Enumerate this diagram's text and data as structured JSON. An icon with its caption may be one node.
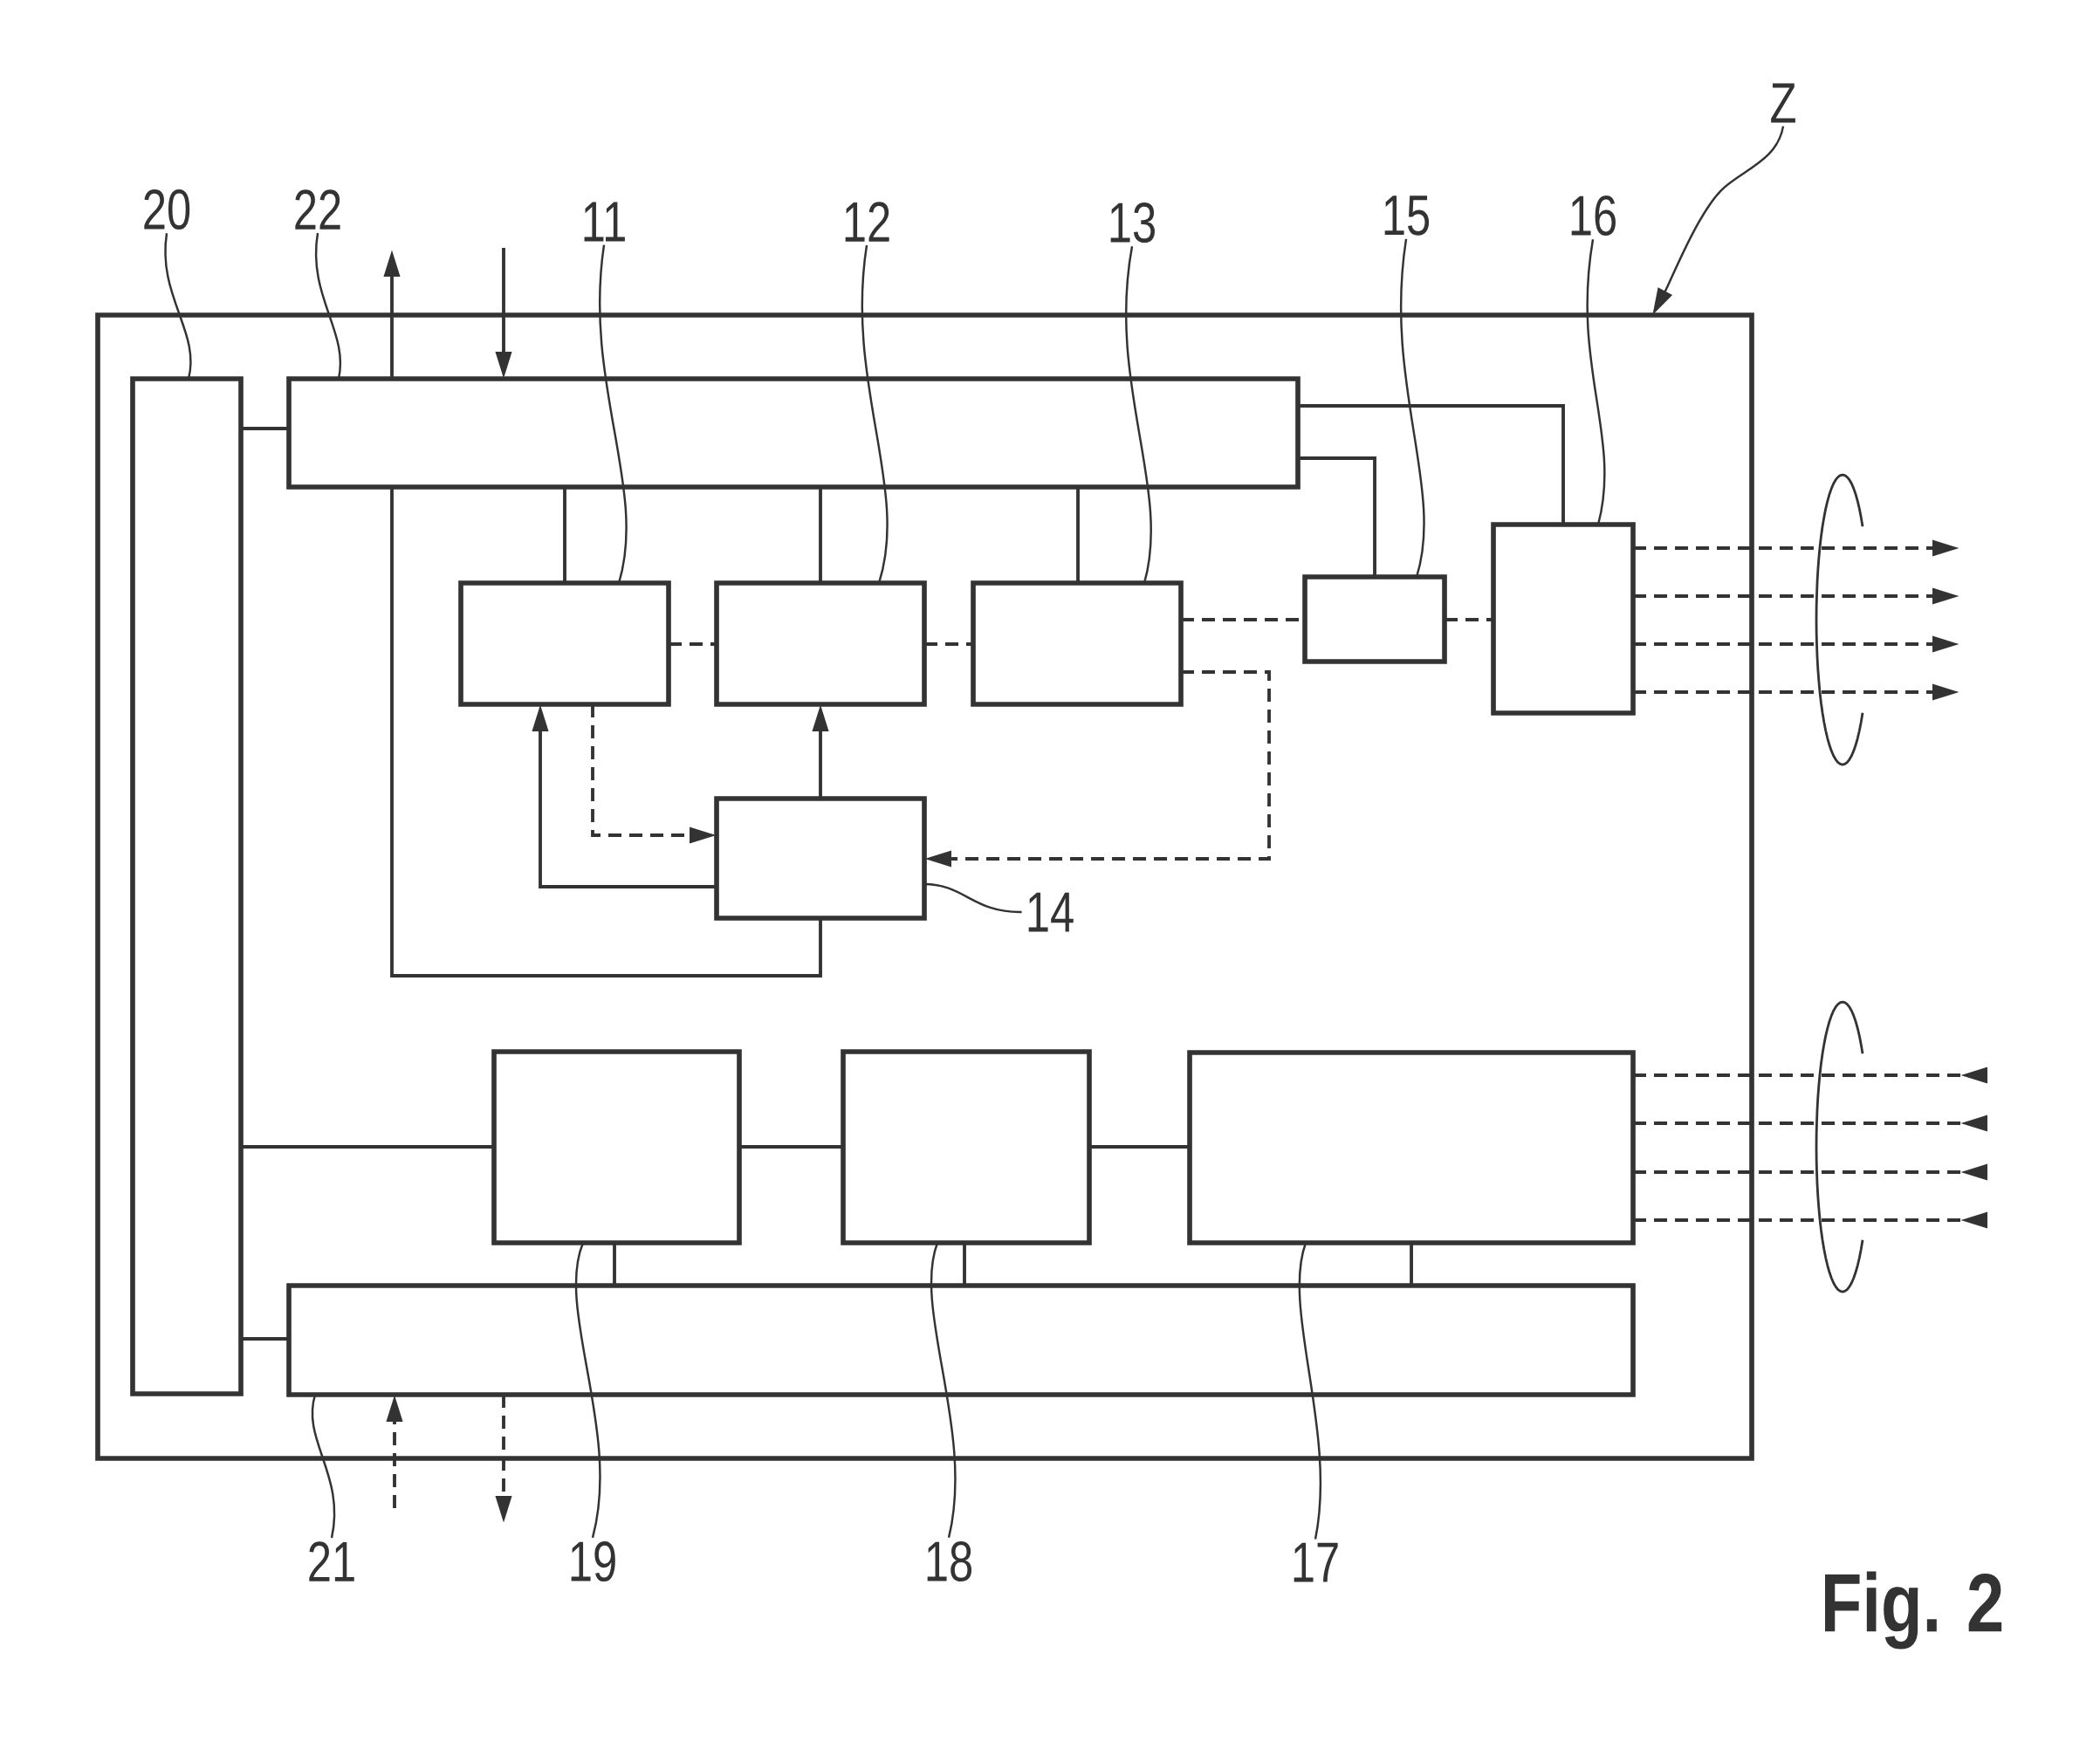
{
  "diagram": {
    "nodes": [
      {
        "text": [
          "Z"
        ]
      },
      {
        "text": [
          "20"
        ]
      },
      {
        "text": [
          "22"
        ]
      },
      {
        "text": [
          "11"
        ]
      },
      {
        "text": [
          "12"
        ]
      },
      {
        "text": [
          "13"
        ]
      },
      {
        "text": [
          "15"
        ]
      },
      {
        "text": [
          "16"
        ]
      },
      {
        "text": [],
        "shape": "box"
      },
      {
        "text": [],
        "shape": "box",
        "in": 8
      },
      {
        "text": [],
        "shape": "box",
        "in": 8
      },
      {
        "text": [],
        "shape": "box",
        "in": 8
      },
      {
        "text": [],
        "shape": "box",
        "in": 8
      },
      {
        "text": [],
        "shape": "box",
        "in": 8
      },
      {
        "text": [],
        "shape": "box",
        "in": 8
      },
      {
        "text": [],
        "shape": "box",
        "in": 8
      },
      {
        "text": [],
        "shape": "box",
        "in": 8
      },
      {
        "text": [],
        "shape": "box",
        "in": 8
      },
      {
        "text": [],
        "shape": "box",
        "in": 8
      },
      {
        "text": [],
        "shape": "box",
        "in": 8
      },
      {
        "text": [],
        "shape": "box",
        "in": 8
      },
      {
        "text": [
          "14"
        ],
        "in": 8
      },
      {
        "text": [
          "21"
        ]
      },
      {
        "text": [
          "19"
        ]
      },
      {
        "text": [
          "18"
        ]
      },
      {
        "text": [
          "17"
        ]
      }
    ],
    "edges": [
      {
        "from": 0,
        "to": 8,
        "arrow": "to"
      },
      {
        "from": 1,
        "to": 9,
        "arrow": "none"
      },
      {
        "from": 2,
        "to": 10,
        "arrow": "none"
      },
      {
        "from": 3,
        "to": 11,
        "arrow": "none"
      },
      {
        "from": 4,
        "to": 12,
        "arrow": "none"
      },
      {
        "from": 5,
        "to": 13,
        "arrow": "none"
      },
      {
        "from": 6,
        "to": 14,
        "arrow": "none"
      },
      {
        "from": 7,
        "to": 15,
        "arrow": "none"
      },
      {
        "from": 21,
        "to": 16,
        "arrow": "none"
      },
      {
        "from": 22,
        "to": 20,
        "arrow": "none"
      },
      {
        "from": 23,
        "to": 17,
        "arrow": "none"
      },
      {
        "from": 24,
        "to": 18,
        "arrow": "none"
      },
      {
        "from": 25,
        "to": 19,
        "arrow": "none"
      },
      {
        "from": 9,
        "to": 10,
        "arrow": "none"
      },
      {
        "from": 10,
        "to": null,
        "arrow": "to"
      },
      {
        "from": null,
        "to": 10,
        "arrow": "to"
      },
      {
        "from": 10,
        "to": 11,
        "arrow": "none"
      },
      {
        "from": 10,
        "to": 12,
        "arrow": "none"
      },
      {
        "from": 10,
        "to": 13,
        "arrow": "none"
      },
      {
        "from": 10,
        "to": 14,
        "arrow": "none"
      },
      {
        "from": 10,
        "to": 15,
        "arrow": "none"
      },
      {
        "from": 11,
        "to": 12,
        "arrow": "none",
        "style": "dashed"
      },
      {
        "from": 12,
        "to": 13,
        "arrow": "none",
        "style": "dashed"
      },
      {
        "from": 13,
        "to": 14,
        "arrow": "none",
        "style": "dashed"
      },
      {
        "from": 14,
        "to": 15,
        "arrow": "none",
        "style": "dashed"
      },
      {
        "from": 16,
        "to": 11,
        "arrow": "to"
      },
      {
        "from": 16,
        "to": 12,
        "arrow": "to"
      },
      {
        "from": 11,
        "to": 16,
        "arrow": "to",
        "style": "dashed"
      },
      {
        "from": 13,
        "to": 16,
        "arrow": "to",
        "style": "dashed"
      },
      {
        "from": 16,
        "to": 10,
        "arrow": "none"
      },
      {
        "from": 15,
        "to": null,
        "arrow": "to",
        "style": "dashed"
      },
      {
        "from": 15,
        "to": null,
        "arrow": "to",
        "style": "dashed"
      },
      {
        "from": 15,
        "to": null,
        "arrow": "to",
        "style": "dashed"
      },
      {
        "from": 15,
        "to": null,
        "arrow": "to",
        "style": "dashed"
      },
      {
        "from": null,
        "to": 19,
        "arrow": "to",
        "style": "dashed"
      },
      {
        "from": null,
        "to": 19,
        "arrow": "to",
        "style": "dashed"
      },
      {
        "from": null,
        "to": 19,
        "arrow": "to",
        "style": "dashed"
      },
      {
        "from": null,
        "to": 19,
        "arrow": "to",
        "style": "dashed"
      },
      {
        "from": 9,
        "to": 17,
        "arrow": "none"
      },
      {
        "from": 17,
        "to": 18,
        "arrow": "none"
      },
      {
        "from": 18,
        "to": 19,
        "arrow": "none"
      },
      {
        "from": 9,
        "to": 20,
        "arrow": "none"
      },
      {
        "from": 17,
        "to": 20,
        "arrow": "none"
      },
      {
        "from": 18,
        "to": 20,
        "arrow": "none"
      },
      {
        "from": 19,
        "to": 20,
        "arrow": "none"
      },
      {
        "from": null,
        "to": 20,
        "arrow": "to",
        "style": "dashed"
      },
      {
        "from": 20,
        "to": null,
        "arrow": "to",
        "style": "dashed"
      }
    ],
    "labels": [
      "Fig. 2"
    ]
  }
}
